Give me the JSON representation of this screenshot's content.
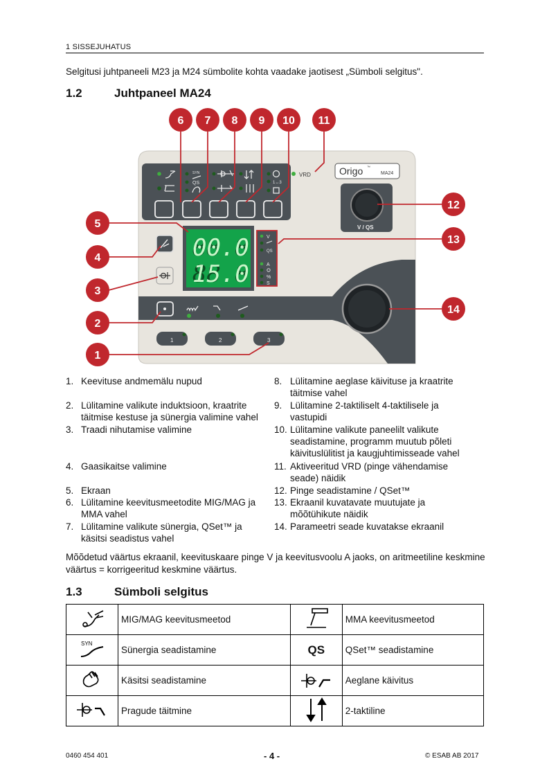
{
  "header": {
    "section": "1  SISSEJUHATUS"
  },
  "intro": "Selgitusi juhtpaneeli M23 ja M24 sümbolite kohta vaadake jaotisest „Sümboli selgitus\".",
  "section_12": {
    "num": "1.2",
    "title": "Juhtpaneel MA24"
  },
  "panel": {
    "brand": "Origo",
    "tm": "™",
    "model": "MA24",
    "vrd_label": "VRD",
    "knob_label": "V / QS",
    "qs_label": "QS",
    "syn_label": "SYN",
    "mode_label": "1↔3",
    "display_top": "00.0",
    "display_bottom": "15.0",
    "indicators_top": [
      "V",
      "QS"
    ],
    "indicators_bottom": [
      "A",
      "%",
      "S"
    ],
    "memory_buttons": [
      "1",
      "2",
      "3"
    ],
    "callouts": [
      "1",
      "2",
      "3",
      "4",
      "5",
      "6",
      "7",
      "8",
      "9",
      "10",
      "11",
      "12",
      "13",
      "14"
    ],
    "accent_color": "#c0272d"
  },
  "legend": {
    "left": [
      {
        "n": "1.",
        "text": "Keevituse andmemälu nupud"
      },
      {
        "n": "2.",
        "text": "Lülitamine valikute induktsioon, kraatrite täitmise kestuse ja sünergia valimine vahel"
      },
      {
        "n": "3.",
        "text": "Traadi nihutamise valimine"
      },
      {
        "n": "4.",
        "text": "Gaasikaitse valimine"
      },
      {
        "n": "5.",
        "text": "Ekraan"
      },
      {
        "n": "6.",
        "text": "Lülitamine keevitusmeetodite MIG/MAG ja MMA vahel"
      },
      {
        "n": "7.",
        "text": "Lülitamine valikute sünergia, QSet™ ja käsitsi seadistus vahel"
      }
    ],
    "right": [
      {
        "n": "8.",
        "text": "Lülitamine aeglase käivituse ja kraatrite täitmise vahel"
      },
      {
        "n": "9.",
        "text": "Lülitamine 2-taktiliselt 4-taktilisele ja vastupidi"
      },
      {
        "n": "10.",
        "text": "Lülitamine valikute paneelilt valikute seadistamine, programm muutub põleti käivituslülitist ja kaugjuhtimisseade vahel"
      },
      {
        "n": "11.",
        "text": "Aktiveeritud VRD (pinge vähendamise seade) näidik"
      },
      {
        "n": "12.",
        "text": "Pinge seadistamine / QSet™"
      },
      {
        "n": "13.",
        "text": "Ekraanil kuvatavate muutujate ja mõõtühikute näidik"
      },
      {
        "n": "14.",
        "text": "Parameetri seade kuvatakse ekraanil"
      }
    ]
  },
  "note": "Mõõdetud väärtus ekraanil, keevituskaare pinge V ja keevitusvoolu A jaoks, on aritmeetiline keskmine väärtus = korrigeeritud keskmine väärtus.",
  "section_13": {
    "num": "1.3",
    "title": "Sümboli selgitus"
  },
  "symbols": [
    {
      "left": {
        "icon": "mig-mag-icon",
        "label": "MIG/MAG keevitusmeetod"
      },
      "right": {
        "icon": "mma-icon",
        "label": "MMA keevitusmeetod"
      }
    },
    {
      "left": {
        "icon": "synergy-icon",
        "label": "Sünergia seadistamine"
      },
      "right": {
        "icon": "qset-icon",
        "label": "QSet™ seadistamine",
        "glyph": "QS"
      }
    },
    {
      "left": {
        "icon": "manual-hand-icon",
        "label": "Käsitsi seadistamine"
      },
      "right": {
        "icon": "creep-start-icon",
        "label": "Aeglane käivitus"
      }
    },
    {
      "left": {
        "icon": "crater-fill-icon",
        "label": "Pragude täitmine"
      },
      "right": {
        "icon": "two-stroke-icon",
        "label": "2-taktiline"
      }
    }
  ],
  "footer": {
    "left": "0460 454 401",
    "center": "- 4 -",
    "right": "© ESAB AB 2017"
  }
}
